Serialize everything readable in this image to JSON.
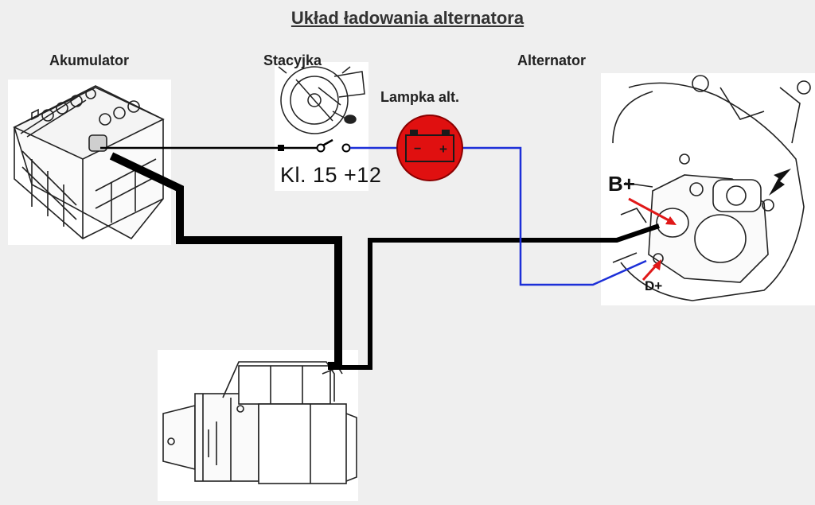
{
  "title": "Układ ładowania alternatora",
  "components": {
    "battery": "Akumulator",
    "ignition_switch": "Stacyjka",
    "warning_lamp": "Lampka alt.",
    "alternator": "Alternator"
  },
  "switch_terminal_label": "Kl. 15 +12",
  "terminals": {
    "b_plus": "B+",
    "d_plus": "D+"
  },
  "lamp_symbol": {
    "minus": "−",
    "plus": "+"
  },
  "colors": {
    "background": "#efefef",
    "main_wire": "#000000",
    "lamp_wire": "#1c2fd8",
    "lamp_fill": "#e01010",
    "pointer_arrows": "#e01818"
  }
}
